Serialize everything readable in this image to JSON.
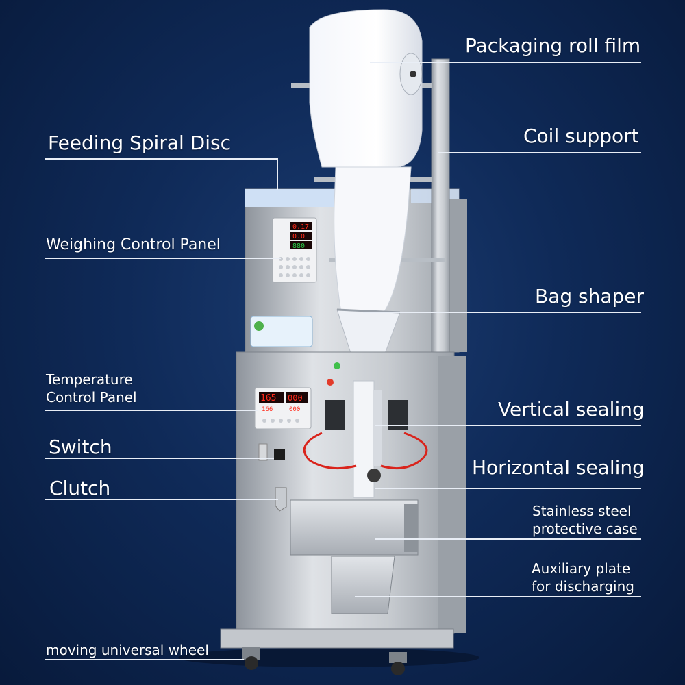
{
  "labels": {
    "packaging_roll_film": "Packaging roll film",
    "coil_support": "Coil support",
    "feeding_spiral_disc": "Feeding Spiral Disc",
    "weighing_control_panel": "Weighing Control Panel",
    "bag_shaper": "Bag shaper",
    "temperature_control_panel_line1": "Temperature",
    "temperature_control_panel_line2": "Control Panel",
    "vertical_sealing": "Vertical sealing",
    "switch": "Switch",
    "horizontal_sealing": "Horizontal sealing",
    "clutch": "Clutch",
    "stainless_case_line1": "Stainless steel",
    "stainless_case_line2": "protective case",
    "auxiliary_plate_line1": "Auxiliary plate",
    "auxiliary_plate_line2": "for discharging",
    "universal_wheel": "moving universal wheel"
  },
  "displays": {
    "weighing_top": "0.17",
    "weighing_mid": "0.0",
    "weighing_bottom": "880",
    "temp_left": "165",
    "temp_left_small": "166",
    "temp_right": "000",
    "temp_right_small": "000"
  },
  "colors": {
    "background": "#0f2a58",
    "steel_light": "#d6d9de",
    "steel_dark": "#8e949c",
    "display_red": "#ff2a1a",
    "display_green": "#29d24a",
    "wire_red": "#d9241c"
  }
}
